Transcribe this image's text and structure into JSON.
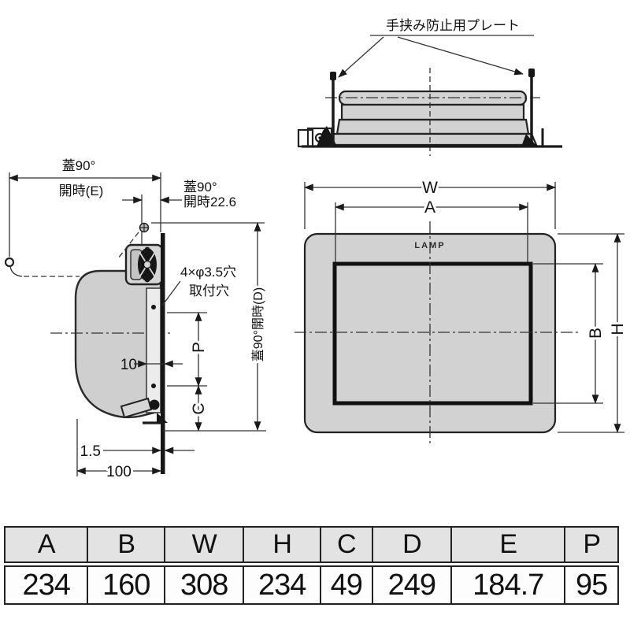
{
  "top_view": {
    "label": "手挟み防止用プレート"
  },
  "side_view": {
    "dim_e_line1": "蓋90°",
    "dim_e_line2": "開時(E)",
    "dim_226_line1": "蓋90°",
    "dim_226_line2": "開時22.6",
    "holes_label_line1": "4×φ3.5穴",
    "holes_label_line2": "取付穴",
    "dim_10": "10",
    "dim_p": "P",
    "dim_c": "C",
    "dim_15": "1.5",
    "dim_100": "100",
    "dim_d": "蓋90°開時(D)"
  },
  "front_view": {
    "logo": "LAMP",
    "dim_w": "W",
    "dim_a": "A",
    "dim_b": "B",
    "dim_h": "H"
  },
  "table": {
    "headers": [
      "A",
      "B",
      "W",
      "H",
      "C",
      "D",
      "E",
      "P"
    ],
    "values": [
      "234",
      "160",
      "308",
      "234",
      "49",
      "249",
      "184.7",
      "95"
    ]
  },
  "colors": {
    "body_fill": "#d2d2d2",
    "line": "#222222",
    "table_header_bg": "#e3e3e3"
  }
}
